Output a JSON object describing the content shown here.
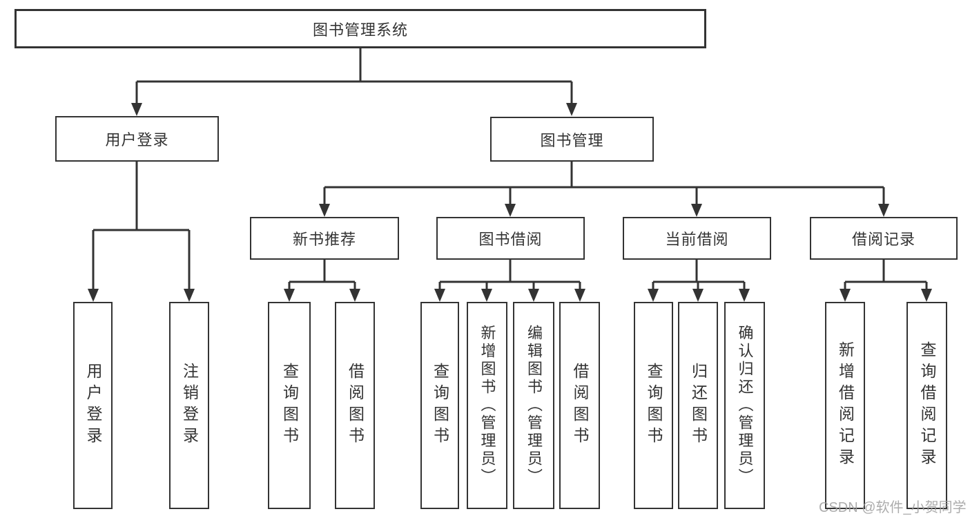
{
  "diagram": {
    "title": "图书管理系统",
    "root": {
      "label": "图书管理系统"
    },
    "branches": [
      {
        "label": "用户登录",
        "children": [
          {
            "label": "用户登录"
          },
          {
            "label": "注销登录"
          }
        ]
      },
      {
        "label": "图书管理",
        "children": [
          {
            "label": "新书推荐",
            "children": [
              {
                "label": "查询图书"
              },
              {
                "label": "借阅图书"
              }
            ]
          },
          {
            "label": "图书借阅",
            "children": [
              {
                "label": "查询图书"
              },
              {
                "label": "新增图书（管理员）"
              },
              {
                "label": "编辑图书（管理员）"
              },
              {
                "label": "借阅图书"
              }
            ]
          },
          {
            "label": "当前借阅",
            "children": [
              {
                "label": "查询图书"
              },
              {
                "label": "归还图书"
              },
              {
                "label": "确认归还（管理员）"
              }
            ]
          },
          {
            "label": "借阅记录",
            "children": [
              {
                "label": "新增借阅记录"
              },
              {
                "label": "查询借阅记录"
              }
            ]
          }
        ]
      }
    ]
  },
  "watermark": {
    "text": "CSDN @软件_小贺同学"
  },
  "colors": {
    "line": "#333333",
    "box_border": "#333333",
    "text": "#333333",
    "watermark_text": "#9e9e9e",
    "background": "#ffffff"
  }
}
